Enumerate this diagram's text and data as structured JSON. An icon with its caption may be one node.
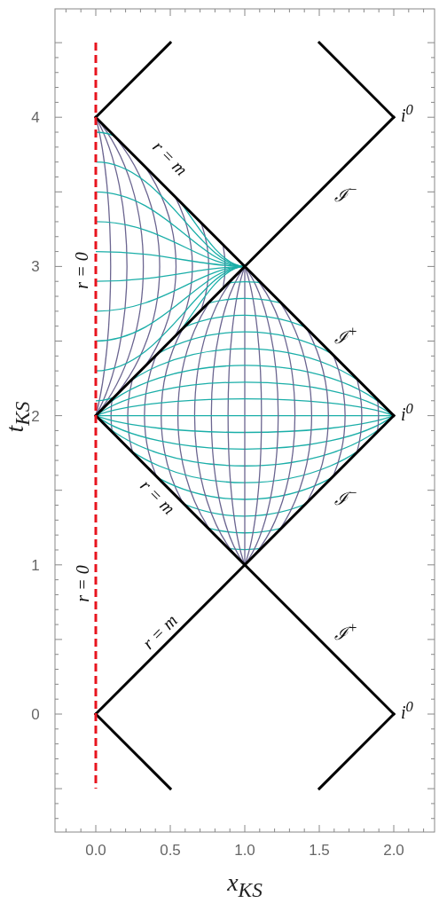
{
  "diagram": {
    "labels": [
      "4",
      "i$^{0}$",
      "r = m",
      "ℐ$^{−}$",
      "3",
      "r = 0",
      "ℐ$^{+}$",
      "t$_{KS}$",
      "2",
      "i$^{0}$",
      "r = m",
      "ℐ$^{−}$",
      "1",
      "r = 0",
      "r = m",
      "ℐ$^{+}$",
      "0",
      "i$^{0}$",
      "0.0",
      "0.5",
      "1.0",
      "1.5",
      "2.0",
      "x$_{KS}$"
    ]
  }
}
